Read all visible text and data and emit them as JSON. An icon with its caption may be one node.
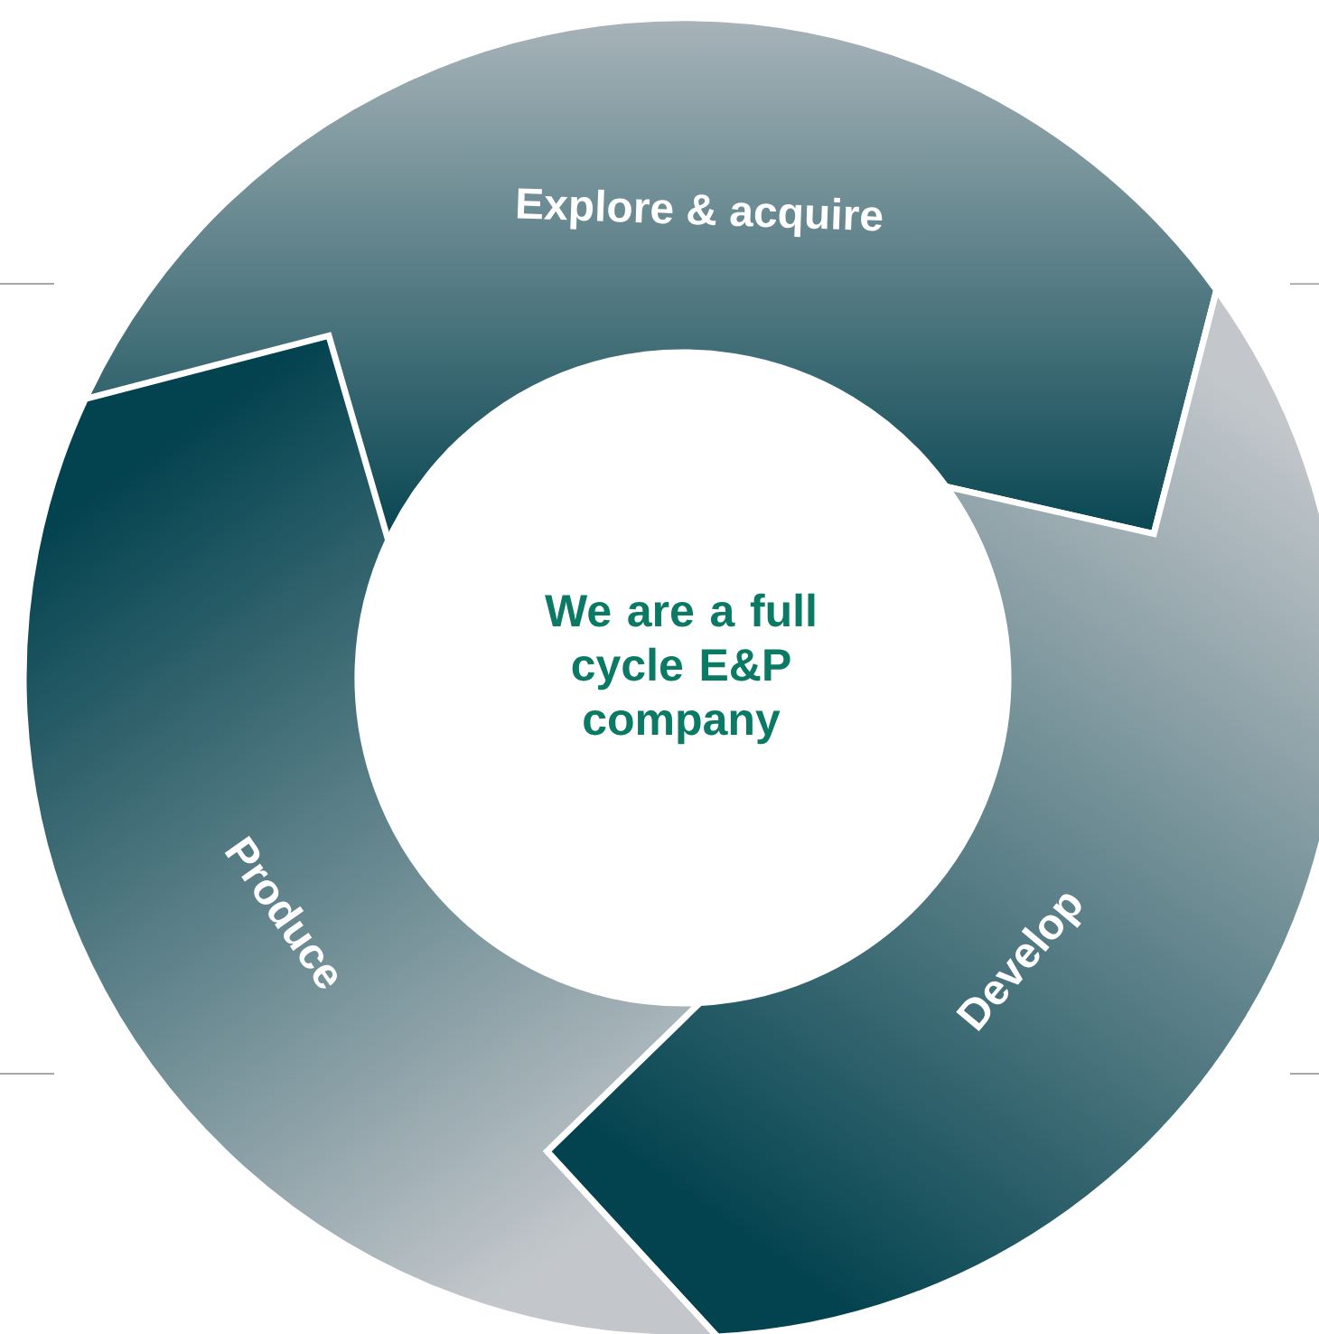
{
  "diagram": {
    "nodes": [
      {
        "text": [
          "Explore & acquire"
        ]
      },
      {
        "text": [
          "We are a full cycle E&P company"
        ]
      },
      {
        "text": [
          "Produce"
        ]
      },
      {
        "text": [
          "Develop"
        ]
      }
    ]
  }
}
